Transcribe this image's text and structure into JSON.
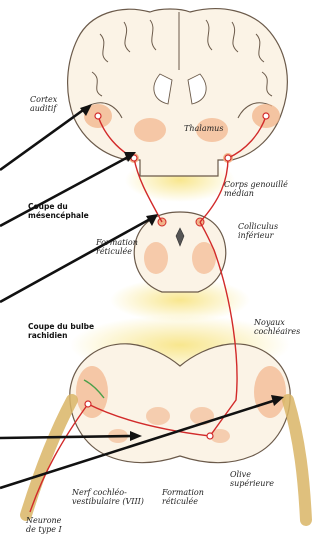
{
  "labels": {
    "cortex_auditif": "Cortex\nauditif",
    "thalamus": "Thalamus",
    "corps_genouille_median": "Corps genouillé\nmédian",
    "coupe_mesencephale": "Coupe du\nmésencéphale",
    "formation_reticulee_top": "Formation\nréticulée",
    "colliculus_inferieur": "Colliculus\ninférieur",
    "coupe_bulbe": "Coupe du bulbe\nrachidien",
    "noyaux_cochleaires": "Noyaux\ncochléaires",
    "nerf_cochleo": "Nerf cochléo-\nvestibulaire (VIII)",
    "formation_reticulee_bottom": "Formation\nréticulée",
    "olive_superieure": "Olive\nsupérieure",
    "neurone_type_1": "Neurone\nde type I"
  },
  "colors": {
    "tissue": "#fbf3e6",
    "outline": "#6b5a4a",
    "nuclei": "#f2b48a",
    "pathway": "#d22a2a",
    "glow": "#f7e27a",
    "nerve": "#d9b566",
    "arrow": "#111111"
  }
}
